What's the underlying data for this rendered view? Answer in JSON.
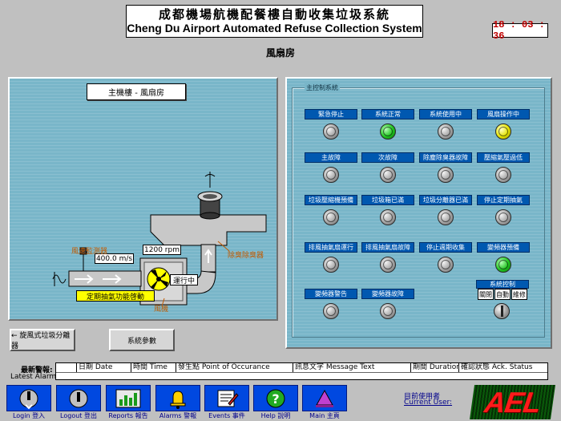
{
  "header": {
    "title_zh": "成都機場航機配餐樓自動收集垃圾系統",
    "title_en": "Cheng Du Airport Automated Refuse Collection System",
    "clock": "18 : 03 : 36",
    "page_title": "風扇房"
  },
  "left_panel": {
    "building_label": "主機樓 - 風扇房",
    "sensor_label": "風速監測器",
    "speed_value": "400.0 m/s",
    "rpm_value": "1200 rpm",
    "run_status": "運行中",
    "deodorizer_label": "除臭除臭器",
    "fan_label": "風機",
    "timed_suction": "定期抽氣功能啓動"
  },
  "left_buttons": {
    "separator": "← 旋風式垃圾分離器",
    "params": "系統參數"
  },
  "control": {
    "group_title": "主控制系統",
    "indicators": [
      {
        "label": "緊急停止",
        "state": "off"
      },
      {
        "label": "系統正常",
        "state": "green"
      },
      {
        "label": "系統使用中",
        "state": "off"
      },
      {
        "label": "風扇操作中",
        "state": "yellow"
      },
      {
        "label": "主故障",
        "state": "off"
      },
      {
        "label": "次故障",
        "state": "off"
      },
      {
        "label": "除塵除臭器故障",
        "state": "off"
      },
      {
        "label": "壓縮氣壓過低",
        "state": "off"
      },
      {
        "label": "垃圾壓縮機預備",
        "state": "off"
      },
      {
        "label": "垃圾箱已滿",
        "state": "off"
      },
      {
        "label": "垃圾分離器已滿",
        "state": "off"
      },
      {
        "label": "停止定期抽氣",
        "state": "off"
      },
      {
        "label": "排風抽氣扇運行",
        "state": "off"
      },
      {
        "label": "排風抽氣扇故障",
        "state": "off"
      },
      {
        "label": "停止週期收集",
        "state": "off"
      },
      {
        "label": "變頻器預備",
        "state": "green"
      },
      {
        "label": "變頻器警告",
        "state": "off"
      },
      {
        "label": "變頻器故障",
        "state": "off"
      }
    ],
    "system_control": {
      "label": "系統控制",
      "modes": [
        "關閉",
        "自動",
        "維修"
      ]
    }
  },
  "alarm": {
    "label_zh": "最新警報:",
    "label_en": "Latest Alarm:",
    "columns": [
      "日期 Date",
      "時間 Time",
      "發生點 Point of Occurance",
      "訊息文字 Message Text",
      "期間 Duration",
      "確認狀態 Ack. Status"
    ]
  },
  "nav": [
    {
      "label": "Login 登入",
      "icon": "login-icon"
    },
    {
      "label": "Logout 登出",
      "icon": "logout-icon"
    },
    {
      "label": "Reports 報告",
      "icon": "reports-icon"
    },
    {
      "label": "Alarms 警報",
      "icon": "alarm-bell-icon"
    },
    {
      "label": "Events 事件",
      "icon": "events-icon"
    },
    {
      "label": "Help 說明",
      "icon": "help-icon"
    },
    {
      "label": "Main 主頁",
      "icon": "main-page-icon"
    }
  ],
  "user": {
    "label_zh": "目前使用者",
    "label_en": "Current User:"
  },
  "logo": "AEL",
  "colors": {
    "panel": "#79b6c9",
    "indicator_label": "#0058b0",
    "nav_button": "#0048e0",
    "clock_text": "#c00000",
    "orange_label": "#c25a00"
  }
}
